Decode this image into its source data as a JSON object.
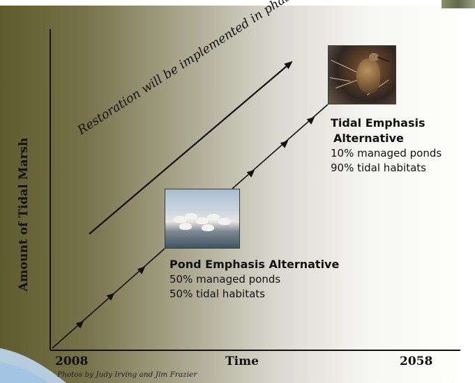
{
  "y_axis_label": "Amount of Tidal Marsh",
  "x_axis": {
    "start": "2008",
    "middle": "Time",
    "end": "2058"
  },
  "diagonal_arrow_text": "Restoration will be implemented in phases",
  "pond_alternative": {
    "title": "Pond Emphasis Alternative",
    "line1": "50% managed ponds",
    "line2": "50% tidal habitats"
  },
  "tidal_alternative": {
    "title_line1": "Tidal Emphasis",
    "title_line2": "Alternative",
    "line1": "10% managed ponds",
    "line2": "90% tidal habitats"
  },
  "photo_credit": "Photos by Judy Irving and Jim Frazier",
  "colors": {
    "gradient_dark": "#5f5a2e",
    "gradient_light": "#ffffff",
    "line": "#111111"
  }
}
